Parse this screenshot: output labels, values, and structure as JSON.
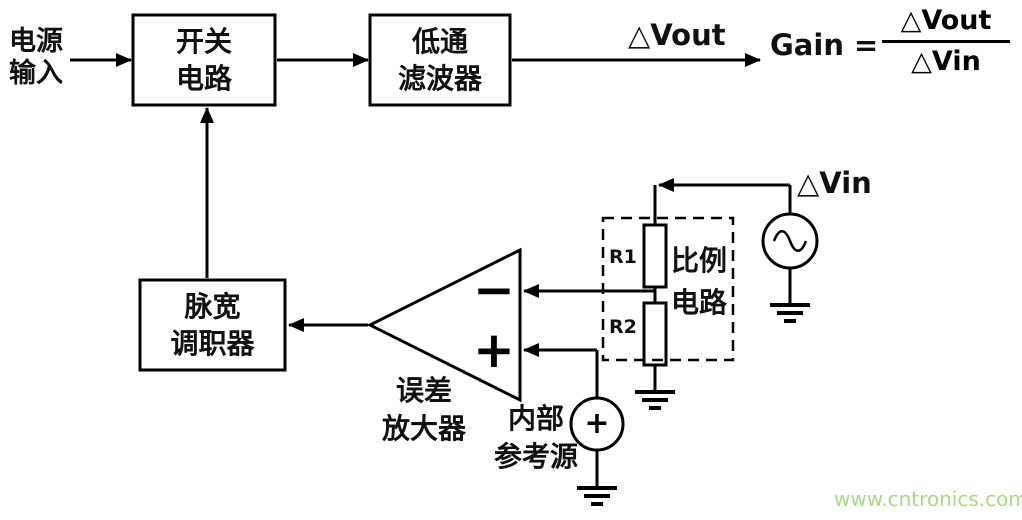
{
  "diagram": {
    "power_input": "电源\n输入",
    "blocks": {
      "switch_circuit": "开关\n电路",
      "low_pass_filter": "低通\n滤波器",
      "pwm_modulator": "脉宽\n调职器"
    },
    "labels": {
      "delta_vout": "△Vout",
      "delta_vin": "△Vin",
      "gain_prefix": "Gain =",
      "gain_numerator": "△Vout",
      "gain_denominator": "△Vin",
      "error_amplifier": "误差\n放大器",
      "internal_reference": "内部\n参考源",
      "ratio_circuit": "比例\n电路",
      "r1": "R1",
      "r2": "R2",
      "opamp_minus": "−",
      "opamp_plus": "+",
      "reference_plus": "+"
    },
    "colors": {
      "line": "#000000",
      "watermark_green": "#a9d78c"
    },
    "watermark": "www.cntronics.com"
  }
}
